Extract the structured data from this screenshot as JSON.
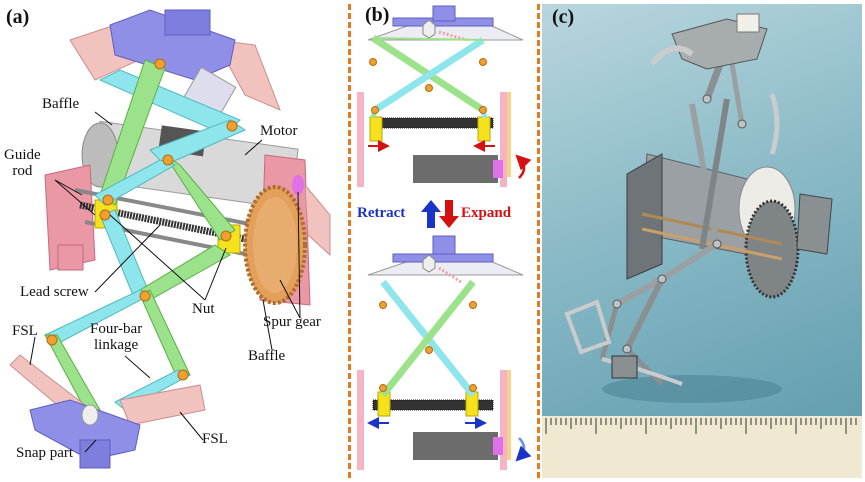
{
  "panels": {
    "a": "(a)",
    "b": "(b)",
    "c": "(c)"
  },
  "labels_a": {
    "baffle_top": "Baffle",
    "motor": "Motor",
    "guide_rod": "Guide\nrod",
    "lead_screw": "Lead screw",
    "nut": "Nut",
    "spur_gear": "Spur gear",
    "baffle_bottom": "Baffle",
    "fsl_left": "FSL",
    "four_bar": "Four-bar\nlinkage",
    "fsl_right": "FSL",
    "snap_part": "Snap part"
  },
  "labels_b": {
    "retract": "Retract",
    "expand": "Expand"
  },
  "colors": {
    "separator": "#e87a1e",
    "link_green": "#9be28a",
    "link_cyan": "#8ee6ec",
    "frame_blue": "#8f8fe8",
    "fsl_pink": "#f2c2bf",
    "baffle_pink": "#ea97a6",
    "nut_yellow": "#f6e21c",
    "gear_orange": "#e3a05a",
    "joint_orange": "#f0a030",
    "arrow_blue": "#1a33c8",
    "arrow_red": "#d41010"
  }
}
